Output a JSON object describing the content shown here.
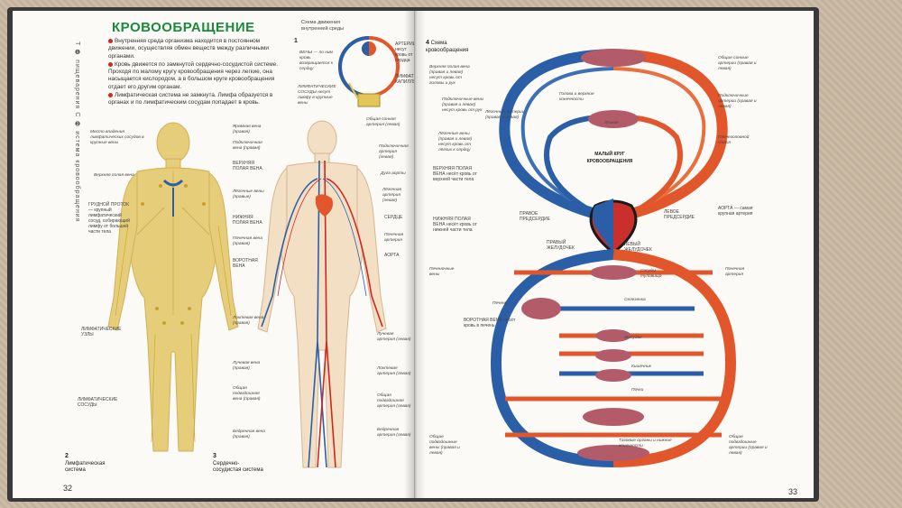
{
  "left": {
    "title": "КРОВООБРАЩЕНИЕ",
    "sidebar_text": "Т ❶ пищеварения   С ❷ истема кровообращения",
    "intro": [
      "Внутренняя среда организма находится в постоянном движении, осуществляя обмен веществ между различными органами.",
      "Кровь движется по замкнутой сердечно-сосудистой системе. Проходя по малому кругу кровообращения через легкие, она насыщается кислородом, а в большом круге кровообращения отдает его другим органам.",
      "Лимфатическая система не замкнута. Лимфа образуется в органах и по лимфатическим сосудам попадает в кровь."
    ],
    "scheme_label": "Схема движения внутренней среды",
    "scheme_num": "1",
    "scheme_labels": [
      "ВЕНЫ — по ним кровь возвращается к сердцу",
      "ЛИМФАТИЧЕСКИЕ СОСУДЫ несут лимфу в крупные вены",
      "ЛИМФАТИЧЕСКИЕ КАПИЛЛЯРЫ",
      "АРТЕРИИ несут кровь от сердца"
    ],
    "lymph_labels": [
      "Место впадения лимфатических сосудов в крупные вены",
      "Верхняя полая вена",
      "ГРУДНОЙ ПРОТОК — крупный лимфатический сосуд, собирающий лимфу от большей части тела",
      "ЛИМФАТИЧЕСКИЕ УЗЛЫ",
      "ЛИМФАТИЧЕСКИЕ СОСУДЫ"
    ],
    "cardio_left_labels": [
      "Яремная вена (правая)",
      "Подключичная вена (правая)",
      "ВЕРХНЯЯ ПОЛАЯ ВЕНА",
      "Лёгочные вены (правые)",
      "НИЖНЯЯ ПОЛАЯ ВЕНА",
      "Почечная вена (правая)",
      "ВОРОТНАЯ ВЕНА",
      "Локтевая вена (правая)",
      "Лучевая вена (правая)",
      "Общая подвздошная вена (правая)",
      "Бедренная вена (правая)"
    ],
    "cardio_right_labels": [
      "Общая сонная артерия (левая)",
      "Подключичная артерия (левая)",
      "Дуга аорты",
      "Лёгочная артерия (левая)",
      "СЕРДЦЕ",
      "Почечная артерия",
      "АОРТА",
      "Лучевая артерия (левая)",
      "Локтевая артерия (левая)",
      "Общая подвздошная артерия (левая)",
      "Бедренная артерия (левая)"
    ],
    "caption2_num": "2",
    "caption2": "Лимфатическая система",
    "caption3_num": "3",
    "caption3": "Сердечно-сосудистая система",
    "page_number": "32"
  },
  "right": {
    "scheme_num": "4",
    "scheme_title": "Схема кровообращения",
    "labels_left": [
      "Верхняя полая вена (правая и левая) несут кровь от головы и рук",
      "Голова и верхние конечности",
      "Подключичные вены (правая и левая) несут кровь от рук",
      "Лёгочные артерии (правая и левая)",
      "Лёгкие",
      "Лёгочные вены (правая и левая) несут кровь от лёгких к сердцу",
      "ВЕРХНЯЯ ПОЛАЯ ВЕНА несёт кровь от верхней части тела",
      "НИЖНЯЯ ПОЛАЯ ВЕНА несёт кровь от нижней части тела",
      "ПРАВОЕ ПРЕДСЕРДИЕ",
      "ПРАВЫЙ ЖЕЛУДОЧЕК",
      "Печеночные вены",
      "Печень",
      "ВОРОТНАЯ ВЕНА несёт кровь в печень",
      "Общие подвздошные вены (правая и левая)"
    ],
    "small_circle": "МАЛЫЙ КРУГ КРОВООБРАЩЕНИЯ",
    "labels_right": [
      "Общие сонные артерии (правая и левая)",
      "Подключичные артерии (правая и левая)",
      "Плечеголовной ствол",
      "ЛЕВОЕ ПРЕДСЕРДИЕ",
      "ЛЕВЫЙ ЖЕЛУДОЧЕК",
      "АОРТА — самая крупная артерия",
      "Почечная артерия",
      "Сосуды туловища",
      "Селезенка",
      "Желудок",
      "Кишечник",
      "Почки",
      "Тазовые органы и нижние конечности",
      "Общие подвздошные артерии (правая и левая)"
    ],
    "page_number": "33"
  },
  "colors": {
    "arterial": "#e2562b",
    "venous": "#2a5fa8",
    "lymph": "#e4c55a",
    "title_green": "#1a8a3c"
  }
}
